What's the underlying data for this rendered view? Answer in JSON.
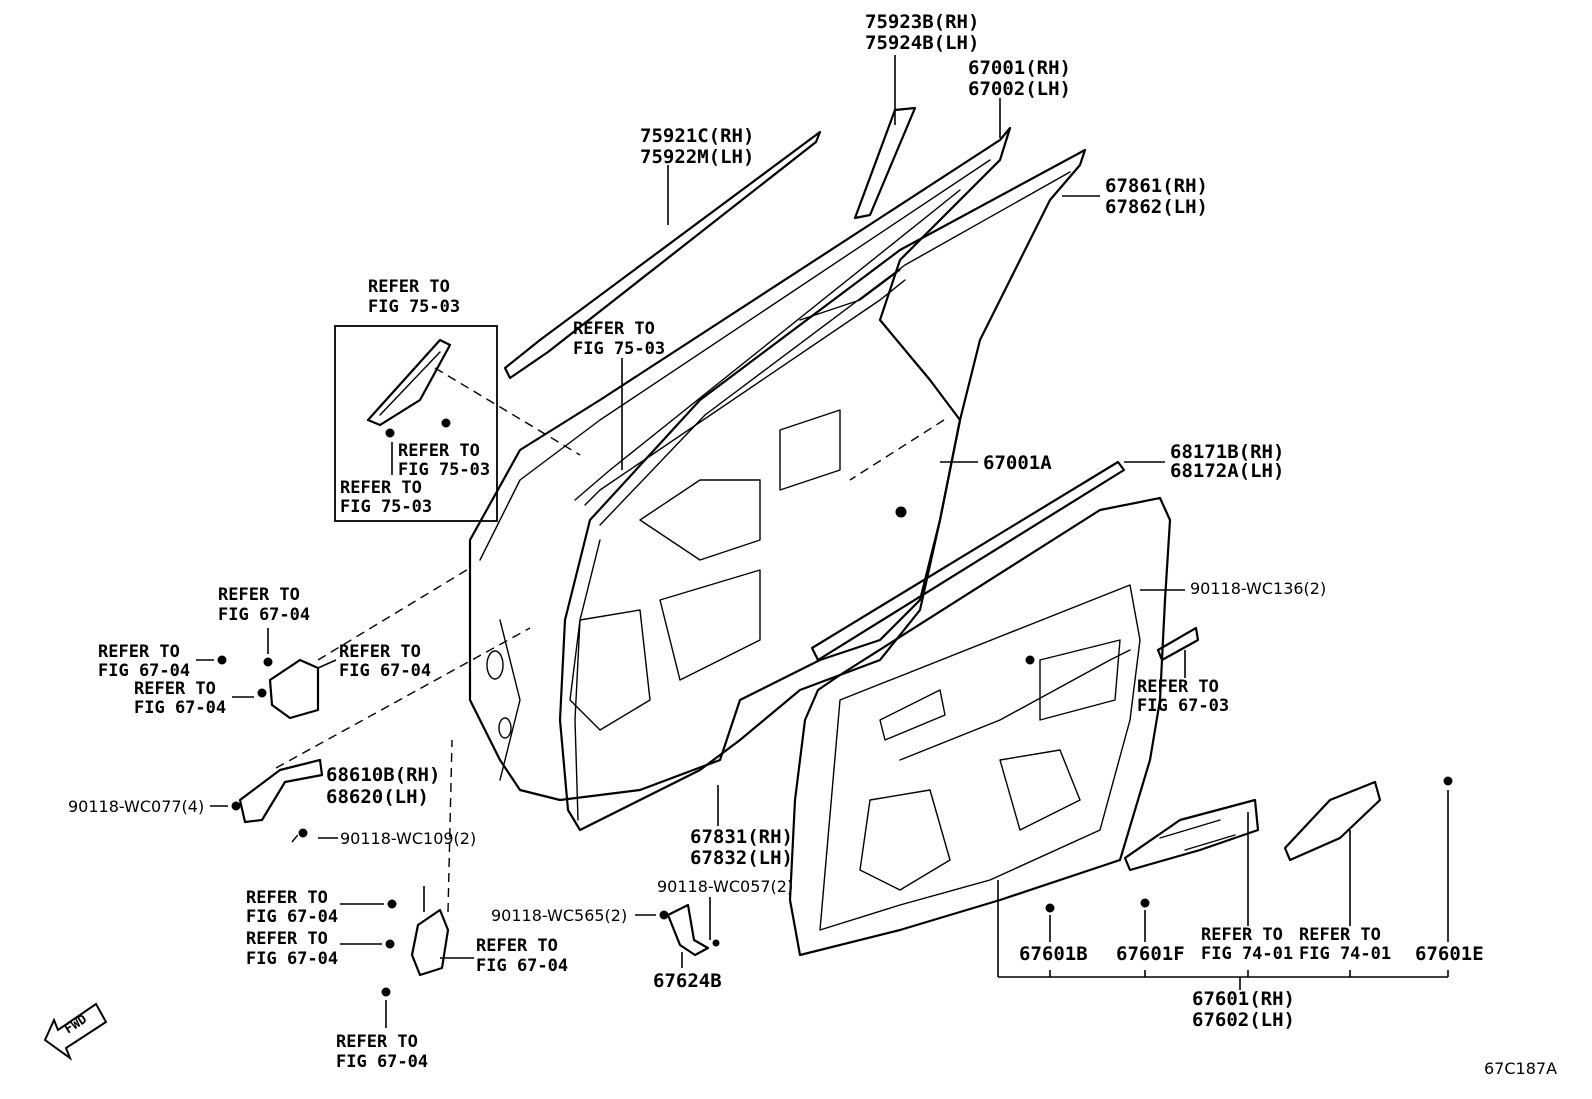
{
  "labels": {
    "p75923": [
      "75923B(RH)",
      "75924B(LH)"
    ],
    "p67001": [
      "67001(RH)",
      "67002(LH)"
    ],
    "p75921": [
      "75921C(RH)",
      "75922M(LH)"
    ],
    "p67861": [
      "67861(RH)",
      "67862(LH)"
    ],
    "p67001a": "67001A",
    "p68171": [
      "68171B(RH)",
      "68172A(LH)"
    ],
    "p90118_wc136": "90118-WC136(2)",
    "p68610": [
      "68610B(RH)",
      "68620(LH)"
    ],
    "p90118_wc077": "90118-WC077(4)",
    "p90118_wc109": "90118-WC109(2)",
    "p67831": [
      "67831(RH)",
      "67832(LH)"
    ],
    "p90118_wc057": "90118-WC057(2)",
    "p90118_wc565": "90118-WC565(2)",
    "p67624b": "67624B",
    "p67601b": "67601B",
    "p67601f": "67601F",
    "p67601e": "67601E",
    "p67601": [
      "67601(RH)",
      "67602(LH)"
    ],
    "figure_code": "67C187A"
  },
  "refs": {
    "r7503_box_top": [
      "REFER TO",
      "FIG 75-03"
    ],
    "r7503_inner_a": [
      "REFER TO",
      "FIG 75-03"
    ],
    "r7503_inner_b": [
      "REFER TO",
      "FIG 75-03"
    ],
    "r7503_center": [
      "REFER TO",
      "FIG 75-03"
    ],
    "r6704_a": [
      "REFER TO",
      "FIG 67-04"
    ],
    "r6704_b": [
      "REFER TO",
      "FIG 67-04"
    ],
    "r6704_c": [
      "REFER TO",
      "FIG 67-04"
    ],
    "r6704_d": [
      "REFER TO",
      "FIG 67-04"
    ],
    "r6704_e": [
      "REFER TO",
      "FIG 67-04"
    ],
    "r6704_f": [
      "REFER TO",
      "FIG 67-04"
    ],
    "r6704_g": [
      "REFER TO",
      "FIG 67-04"
    ],
    "r6704_h": [
      "REFER TO",
      "FIG 67-04"
    ],
    "r6703": [
      "REFER TO",
      "FIG 67-03"
    ],
    "r7401_a": [
      "REFER TO",
      "FIG 74-01"
    ],
    "r7401_b": [
      "REFER TO",
      "FIG 74-01"
    ]
  },
  "fwd_label": "FWD"
}
